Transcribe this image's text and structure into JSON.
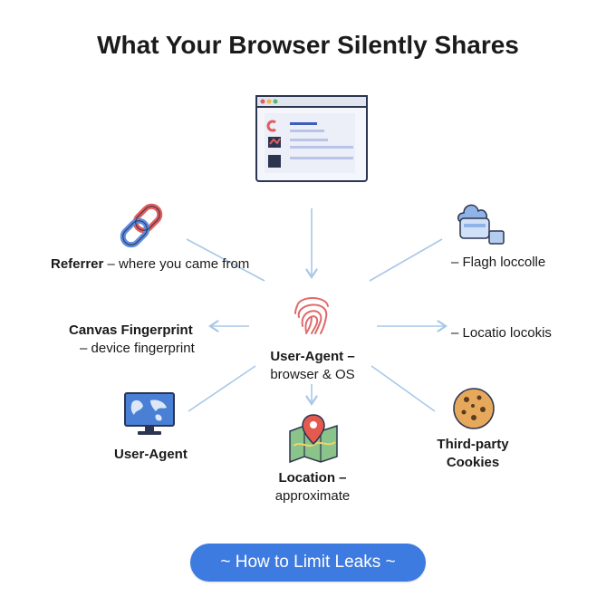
{
  "title": "What Your Browser Silently Shares",
  "nodes": {
    "referrer": {
      "name": "Referrer",
      "desc": "– where you came from"
    },
    "canvas": {
      "name": "Canvas Fingerprint",
      "desc": "– device fingerprint"
    },
    "useragent_center": {
      "name": "User-Agent –",
      "desc": "browser & OS"
    },
    "useragent_left": {
      "name": "User-Agent"
    },
    "location": {
      "name": "Location –",
      "desc": "approximate"
    },
    "third_party": {
      "name": "Third-party",
      "name2": "Cookies"
    },
    "flash": {
      "desc": "– Flagh loccolle"
    },
    "local": {
      "desc": "– Locatio locokis"
    }
  },
  "cta": {
    "label": "~ How to Limit Leaks ~"
  },
  "colors": {
    "accent": "#3e7be0",
    "connector": "#a9c8e8",
    "fingerprint": "#e06a6a"
  },
  "icons": [
    "browser-window-icon",
    "chain-link-icon",
    "cloud-storage-icon",
    "fingerprint-icon",
    "monitor-globe-icon",
    "map-pin-icon",
    "cookie-icon"
  ]
}
